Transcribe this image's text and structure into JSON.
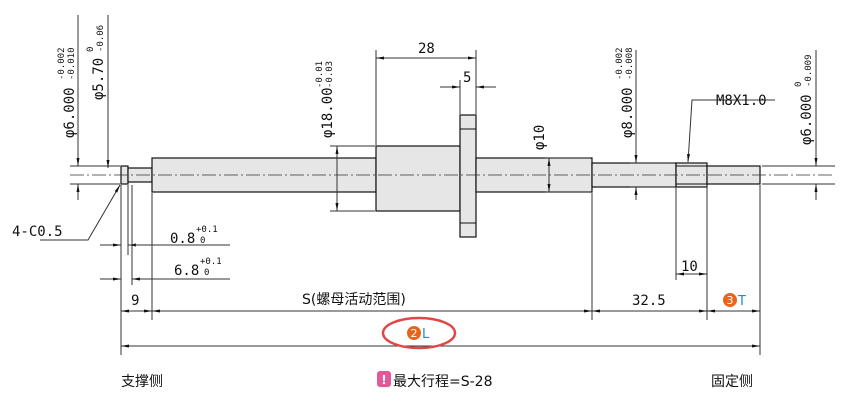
{
  "dimensions": {
    "left_end_dia": "φ6.000",
    "left_end_tol_upper": "-0.002",
    "left_end_tol_lower": "-0.010",
    "groove_dia": "φ5.70",
    "groove_tol_upper": "0",
    "groove_tol_lower": "-0.06",
    "nut_dia": "φ18.00",
    "nut_tol_upper": "-0.01",
    "nut_tol_lower": "-0.03",
    "nut_length": "28",
    "flange_width": "5",
    "shaft_dia": "φ10",
    "bearing_dia": "φ8.000",
    "bearing_tol_upper": "-0.002",
    "bearing_tol_lower": "-0.008",
    "thread": "M8X1.0",
    "right_end_dia": "φ6.000",
    "right_end_tol_upper": "0",
    "right_end_tol_lower": "-0.009",
    "chamfer": "4-C0.5",
    "groove_width": "0.8",
    "groove_width_tol_upper": "+0.1",
    "groove_width_tol_lower": "0",
    "groove_pos": "6.8",
    "groove_pos_tol_upper": "+0.1",
    "groove_pos_tol_lower": "0",
    "thread_length": "10",
    "left_length": "9",
    "stroke_range": "S(螺母活动范围)",
    "right_length": "32.5",
    "t_marker_num": "3",
    "t_marker_label": "T",
    "l_marker_num": "2",
    "l_marker_label": "L"
  },
  "labels": {
    "support_side": "支撑侧",
    "max_stroke": "最大行程=S-28",
    "fixed_side": "固定侧"
  },
  "colors": {
    "marker_orange": "#e8661c",
    "marker_blue": "#1a8fd6",
    "highlight_ellipse": "#e04848",
    "note_pink": "#e05a9a"
  }
}
